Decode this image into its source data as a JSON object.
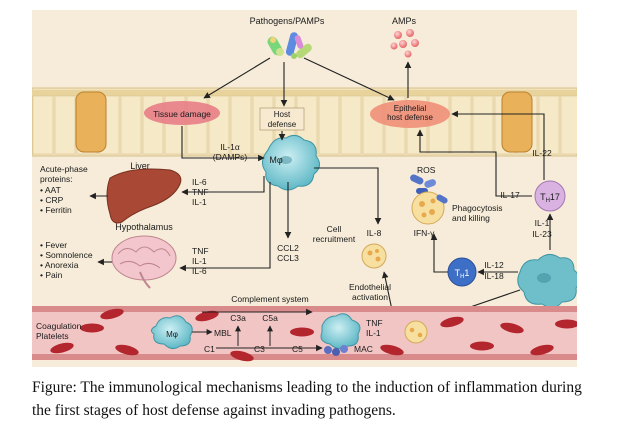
{
  "diagram": {
    "labels": {
      "pathogens": "Pathogens/PAMPs",
      "amps": "AMPs",
      "tissue_damage": "Tissue damage",
      "host_defense_1": "Host",
      "host_defense_2": "defense",
      "epithelial_1": "Epithelial",
      "epithelial_2": "host defense",
      "il1a_1": "IL-1α",
      "il1a_2": "(DAMPs)",
      "macrophage": "Mφ",
      "ros": "ROS",
      "il22": "IL-22",
      "il17": "IL-17",
      "th17_main": "T",
      "th17_sub": "H",
      "th17_num": "17",
      "liver": "Liver",
      "acute_title_1": "Acute-phase",
      "acute_title_2": "proteins:",
      "aat": "• AAT",
      "crp": "• CRP",
      "ferritin": "• Ferritin",
      "il6_liver": "IL-6",
      "tnf_liver": "TNF",
      "il1_liver": "IL-1",
      "phago_1": "Phagocytosis",
      "phago_2": "and killing",
      "ifn": "IFN-γ",
      "il1_right": "IL-1",
      "il23": "IL-23",
      "cell_recruit_1": "Cell",
      "cell_recruit_2": "recruitment",
      "il8": "IL-8",
      "ccl2": "CCL2",
      "ccl3": "CCL3",
      "hypothalamus": "Hypothalamus",
      "fever": "• Fever",
      "somnolence": "• Somnolence",
      "anorexia": "• Anorexia",
      "pain": "• Pain",
      "tnf_hypo": "TNF",
      "il1_hypo": "IL-1",
      "il6_hypo": "IL-6",
      "th1_main": "T",
      "th1_sub": "H",
      "th1_num": "1",
      "il12": "IL-12",
      "il18": "IL-18",
      "endo_1": "Endothelial",
      "endo_2": "activation",
      "complement": "Complement system",
      "coag_1": "Coagulation",
      "coag_2": "Platelets",
      "mbl": "MBL",
      "c3a": "C3a",
      "c5a": "C5a",
      "c1": "C1",
      "c3": "C3",
      "c5": "C5",
      "tnf_vessel": "TNF",
      "il1_vessel": "IL-1",
      "mac": "MAC"
    }
  },
  "caption": {
    "line1": "Figure: The immunological mechanisms leading to the induction of inflammation during",
    "line2": "the first stages of host defense against invading pathogens."
  },
  "colors": {
    "background": "#f6ecd9",
    "epithelium": "#f4e6c4",
    "tissue_damage": "#e87d86",
    "macrophage": "#8fd3dc",
    "liver": "#a84835",
    "vessel": "#e7a8a8",
    "rbc": "#b3262e"
  }
}
